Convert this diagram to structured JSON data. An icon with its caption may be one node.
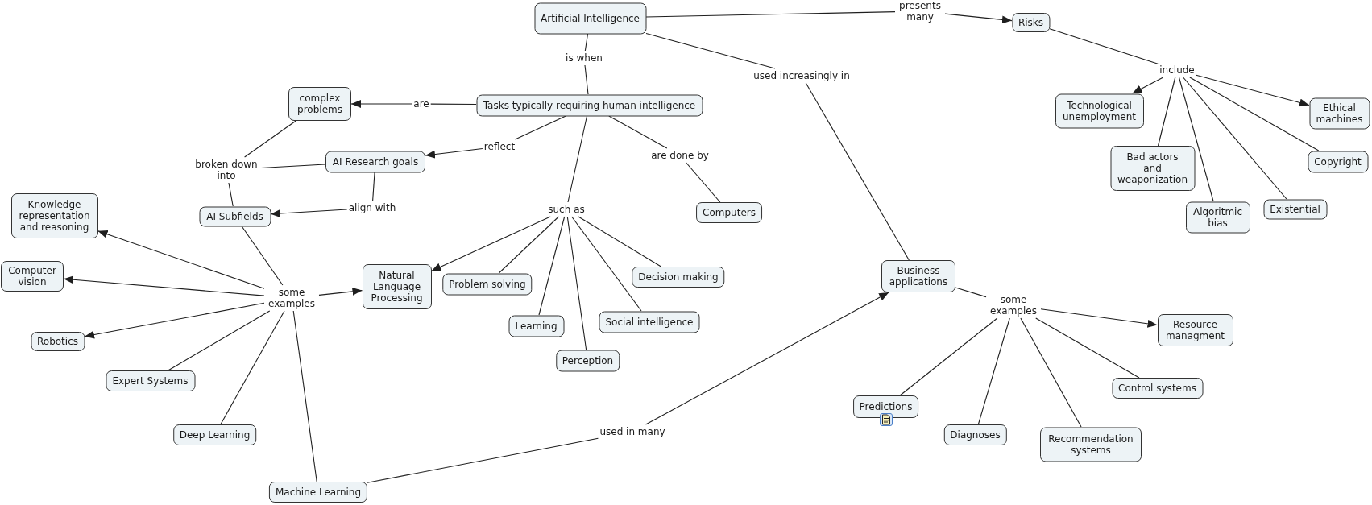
{
  "diagram": {
    "nodes": [
      {
        "text": [
          "Artificial Intelligence"
        ]
      },
      {
        "text": [
          "presents many"
        ]
      },
      {
        "text": [
          "Risks"
        ]
      },
      {
        "text": [
          "is when"
        ]
      },
      {
        "text": [
          "include"
        ]
      },
      {
        "text": [
          "used increasingly in"
        ]
      },
      {
        "text": [
          "complex problems"
        ]
      },
      {
        "text": [
          "Tasks typically requiring human intelligence"
        ]
      },
      {
        "text": [
          "are"
        ]
      },
      {
        "text": [
          "Technological unemployment"
        ]
      },
      {
        "text": [
          "Ethical machines"
        ]
      },
      {
        "text": [
          "reflect"
        ]
      },
      {
        "text": [
          "AI Research goals"
        ]
      },
      {
        "text": [
          "Bad actors and weaponization"
        ]
      },
      {
        "text": [
          "are done by"
        ]
      },
      {
        "text": [
          "Copyright"
        ]
      },
      {
        "text": [
          "broken down into"
        ]
      },
      {
        "text": [
          "Knowledge representation and reasoning"
        ]
      },
      {
        "text": [
          "Existential"
        ]
      },
      {
        "text": [
          "Algoritmic bias"
        ]
      },
      {
        "text": [
          "Computers"
        ]
      },
      {
        "text": [
          "AI Subfields"
        ]
      },
      {
        "text": [
          "align with"
        ]
      },
      {
        "text": [
          "such as"
        ]
      },
      {
        "text": [
          "Business applications"
        ]
      },
      {
        "text": [
          "Computer vision"
        ]
      },
      {
        "text": [
          "Natural Language Processing"
        ]
      },
      {
        "text": [
          "Decision making"
        ]
      },
      {
        "text": [
          "Problem solving"
        ]
      },
      {
        "text": [
          "some examples"
        ]
      },
      {
        "text": [
          "some examples"
        ]
      },
      {
        "text": [
          "Resource managment"
        ]
      },
      {
        "text": [
          "Social intelligence"
        ]
      },
      {
        "text": [
          "Learning"
        ]
      },
      {
        "text": [
          "Robotics"
        ]
      },
      {
        "text": [
          "Perception"
        ]
      },
      {
        "text": [
          "Expert Systems"
        ]
      },
      {
        "text": [
          "Control systems"
        ]
      },
      {
        "text": [
          "Predictions"
        ]
      },
      {
        "text": [
          "Deep Learning"
        ]
      },
      {
        "text": [
          "Diagnoses"
        ]
      },
      {
        "text": [
          "used in many"
        ]
      },
      {
        "text": [
          "Recommendation systems"
        ]
      },
      {
        "text": [
          "Machine Learning"
        ]
      }
    ],
    "edges": [
      {
        "from": 0,
        "to": 3,
        "arrow": "none"
      },
      {
        "from": 3,
        "to": 7,
        "arrow": "none"
      },
      {
        "from": 7,
        "to": 8,
        "arrow": "none"
      },
      {
        "from": 8,
        "to": 6,
        "arrow": "to"
      },
      {
        "from": 7,
        "to": 11,
        "arrow": "none"
      },
      {
        "from": 11,
        "to": 12,
        "arrow": "to"
      },
      {
        "from": 7,
        "to": 14,
        "arrow": "none"
      },
      {
        "from": 14,
        "to": 20,
        "arrow": "none"
      },
      {
        "from": 7,
        "to": 23,
        "arrow": "none"
      },
      {
        "from": 23,
        "to": 26,
        "arrow": "to"
      },
      {
        "from": 23,
        "to": 28,
        "arrow": "none"
      },
      {
        "from": 23,
        "to": 33,
        "arrow": "none"
      },
      {
        "from": 23,
        "to": 35,
        "arrow": "none"
      },
      {
        "from": 23,
        "to": 32,
        "arrow": "none"
      },
      {
        "from": 23,
        "to": 27,
        "arrow": "none"
      },
      {
        "from": 0,
        "to": 5,
        "arrow": "none"
      },
      {
        "from": 5,
        "to": 24,
        "arrow": "none"
      },
      {
        "from": 0,
        "to": 1,
        "arrow": "none"
      },
      {
        "from": 1,
        "to": 2,
        "arrow": "to"
      },
      {
        "from": 2,
        "to": 4,
        "arrow": "none"
      },
      {
        "from": 4,
        "to": 9,
        "arrow": "to"
      },
      {
        "from": 4,
        "to": 13,
        "arrow": "none"
      },
      {
        "from": 4,
        "to": 19,
        "arrow": "none"
      },
      {
        "from": 4,
        "to": 18,
        "arrow": "none"
      },
      {
        "from": 4,
        "to": 15,
        "arrow": "none"
      },
      {
        "from": 4,
        "to": 10,
        "arrow": "to"
      },
      {
        "from": 6,
        "to": 16,
        "arrow": "none"
      },
      {
        "from": 12,
        "to": 16,
        "arrow": "none"
      },
      {
        "from": 16,
        "to": 21,
        "arrow": "none"
      },
      {
        "from": 12,
        "to": 22,
        "arrow": "none"
      },
      {
        "from": 22,
        "to": 21,
        "arrow": "to"
      },
      {
        "from": 21,
        "to": 29,
        "arrow": "none"
      },
      {
        "from": 29,
        "to": 17,
        "arrow": "to"
      },
      {
        "from": 29,
        "to": 25,
        "arrow": "to"
      },
      {
        "from": 29,
        "to": 34,
        "arrow": "to"
      },
      {
        "from": 29,
        "to": 36,
        "arrow": "none"
      },
      {
        "from": 29,
        "to": 39,
        "arrow": "none"
      },
      {
        "from": 29,
        "to": 43,
        "arrow": "none"
      },
      {
        "from": 29,
        "to": 26,
        "arrow": "to"
      },
      {
        "from": 43,
        "to": 41,
        "arrow": "none"
      },
      {
        "from": 41,
        "to": 24,
        "arrow": "to"
      },
      {
        "from": 24,
        "to": 30,
        "arrow": "none"
      },
      {
        "from": 30,
        "to": 31,
        "arrow": "to"
      },
      {
        "from": 30,
        "to": 37,
        "arrow": "none"
      },
      {
        "from": 30,
        "to": 42,
        "arrow": "none"
      },
      {
        "from": 30,
        "to": 40,
        "arrow": "none"
      },
      {
        "from": 30,
        "to": 38,
        "arrow": "none"
      }
    ]
  }
}
